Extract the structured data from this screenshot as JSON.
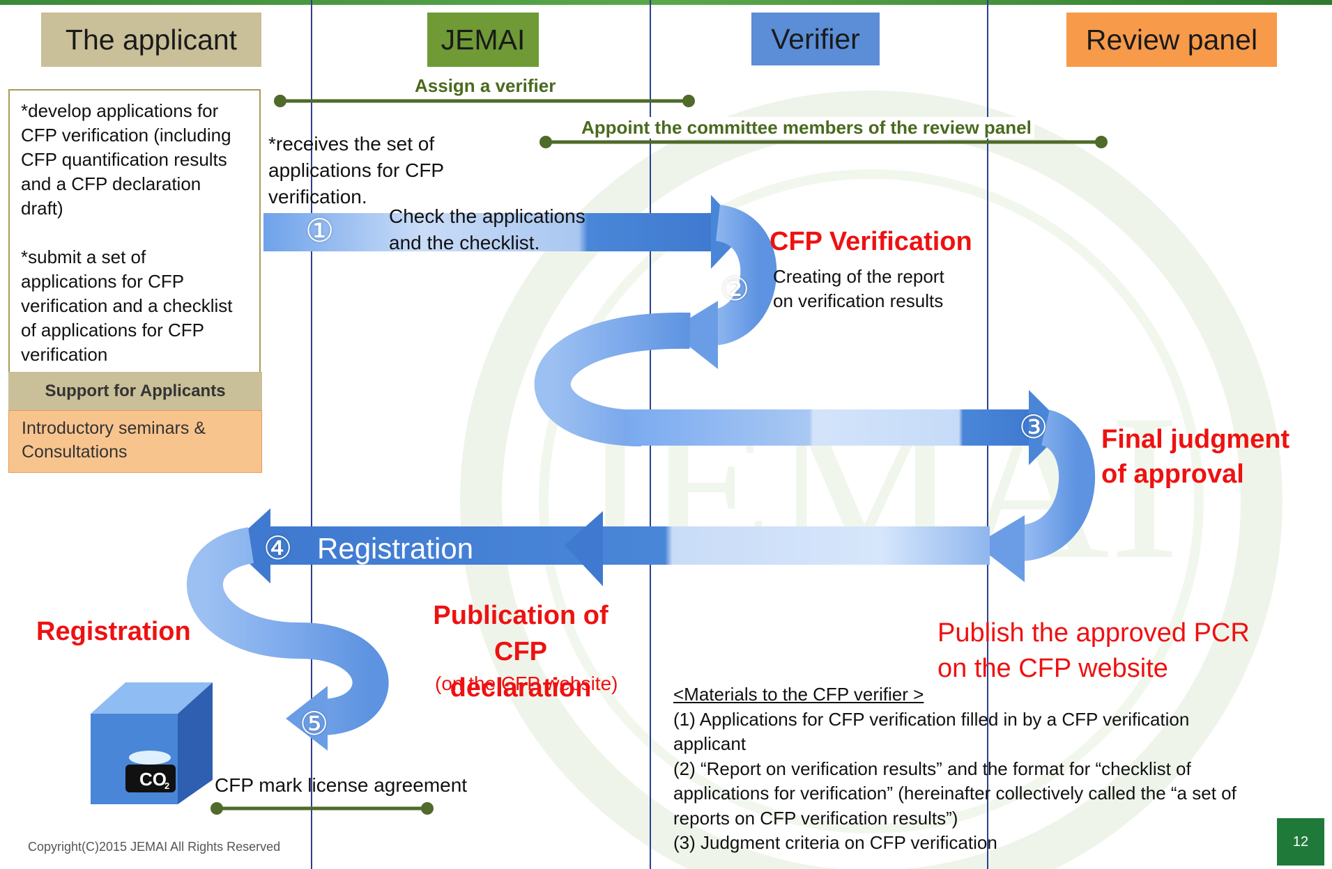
{
  "lanes": {
    "applicant": {
      "label": "The applicant",
      "color": "#c9bf98"
    },
    "jemai": {
      "label": "JEMAI",
      "color": "#6f9a35"
    },
    "verifier": {
      "label": "Verifier",
      "color": "#5b8ed6"
    },
    "review_panel": {
      "label": "Review panel",
      "color": "#f79a4a"
    }
  },
  "connectors": {
    "assign": "Assign a verifier",
    "appoint": "Appoint  the committee members of the review panel"
  },
  "applicant_box": {
    "line1": "*develop applications for",
    "line2": "CFP verification (including",
    "line3": "CFP  quantification results",
    "line4": "and a CFP declaration",
    "line5": "draft)",
    "line6": "*submit a set of",
    "line7": "applications for CFP",
    "line8": "verification and a checklist",
    "line9": "of applications for CFP",
    "line10": "verification"
  },
  "support": {
    "header": "Support for Applicants",
    "body_line1": "Introductory seminars &",
    "body_line2": "Consultations"
  },
  "jemai_note": {
    "line1": "*receives the set of",
    "line2": "applications for CFP",
    "line3": "verification."
  },
  "steps": {
    "s1": "①",
    "s1_text_line1": "Check the applications",
    "s1_text_line2": "and the checklist.",
    "s2": "②",
    "s3": "③",
    "s4": "④",
    "s4_label": "Registration",
    "s5": "⑤"
  },
  "stages": {
    "cfp_verification": "CFP Verification",
    "cfp_verification_sub1": "Creating of the report",
    "cfp_verification_sub2": "on verification results",
    "final_line1": "Final judgment",
    "final_line2": "of approval",
    "registration": "Registration",
    "publication_line1": "Publication of",
    "publication_line2": "CFP declaration",
    "publication_sub": "(on the CFP website)",
    "publish_line1": "Publish the approved PCR",
    "publish_line2": "on the CFP website"
  },
  "license": "CFP mark license agreement",
  "co2_label": "CO",
  "co2_sub": "2",
  "materials": {
    "title": "<Materials to the CFP verifier >",
    "item1_line1": "(1) Applications for CFP verification filled in by a CFP verification",
    "item1_line2": "applicant",
    "item2_line1": "(2) “Report on verification results” and the format for “checklist of",
    "item2_line2": "applications for verification” (hereinafter collectively called the “a set of",
    "item2_line3": "reports on CFP verification results”)",
    "item3": "(3) Judgment criteria on CFP verification"
  },
  "watermark_text": "JEMAI",
  "copyright": "Copyright(C)2015 JEMAI All Rights Reserved",
  "page_number": "12",
  "colors": {
    "accent_green": "#4f6a2a",
    "arrow_blue": "#4a86d8",
    "red_text": "#ee1111",
    "lane_line": "#2b3f8f"
  }
}
